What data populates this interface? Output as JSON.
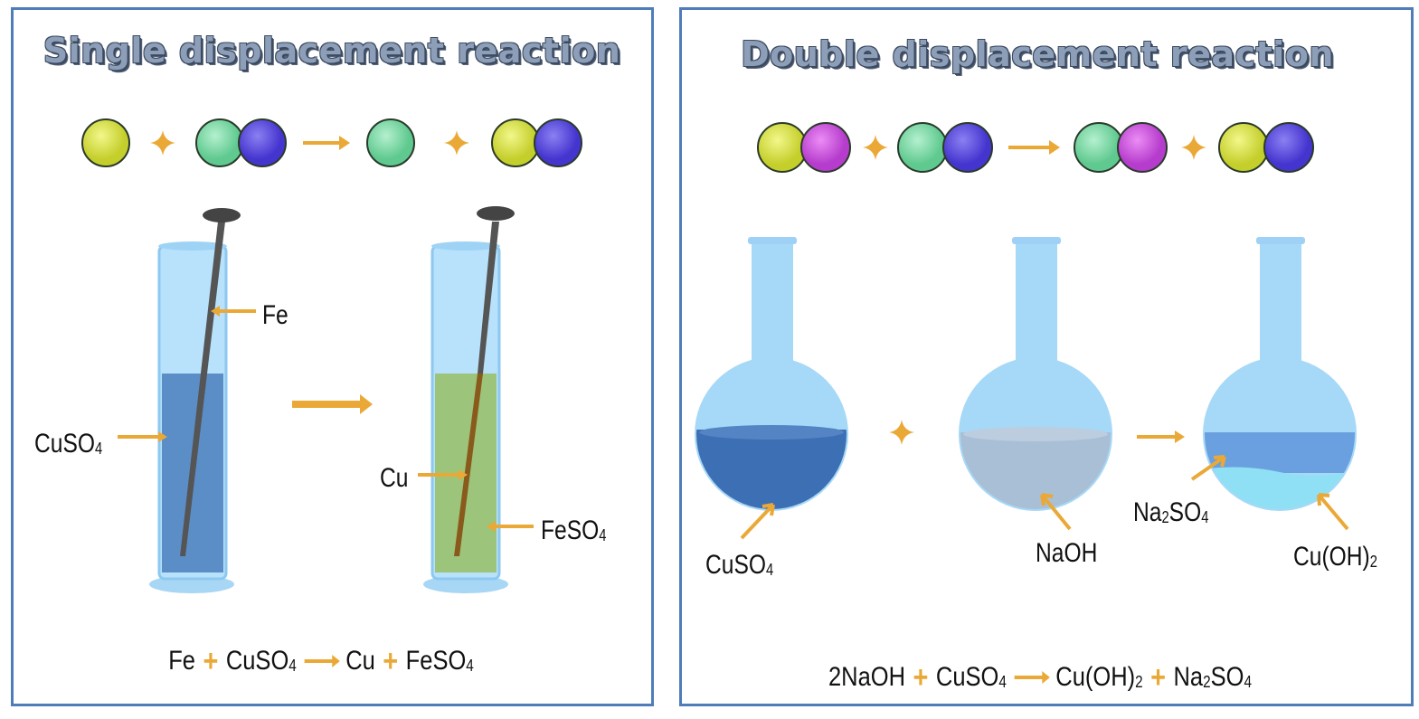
{
  "single": {
    "title": "Single displacement reaction",
    "labels": {
      "fe": "Fe",
      "cuso4": {
        "a": "CuSO",
        "b": "4"
      },
      "cu": "Cu",
      "feso4": {
        "a": "FeSO",
        "b": "4"
      }
    },
    "equation": {
      "t1": "Fe",
      "p1": "+",
      "t2": {
        "a": "CuSO",
        "b": "4"
      },
      "t3": "Cu",
      "p2": "+",
      "t4": {
        "a": "FeSO",
        "b": "4"
      }
    }
  },
  "double": {
    "title": "Double displacement reaction",
    "labels": {
      "cuso4": {
        "a": "CuSO",
        "b": "4"
      },
      "naoh": "NaOH",
      "na2so4": {
        "a": "Na",
        "b": "2",
        "c": "SO",
        "d": "4"
      },
      "cuoh2": {
        "a": "Cu(OH)",
        "b": "2"
      }
    },
    "equation": {
      "t1": "2NaOH",
      "p1": "+",
      "t2": {
        "a": "CuSO",
        "b": "4"
      },
      "t3": {
        "a": "Cu(OH)",
        "b": "2"
      },
      "p2": "+",
      "t4": {
        "a": "Na",
        "b": "2",
        "c": "SO",
        "d": "4"
      }
    }
  },
  "colors": {
    "border": "#4f7db9",
    "yellow": "#d9e34a",
    "green": "#7fdba8",
    "purple": "#5d4de0",
    "magenta": "#cf4fe0",
    "arrow": "#eaa937",
    "cuso4": "#3d6fb5",
    "feso4": "#9cc47a",
    "naoh": "#a9bfd6",
    "na2so4": "#6a9fe0",
    "cuoh2": "#8fe0f5"
  }
}
